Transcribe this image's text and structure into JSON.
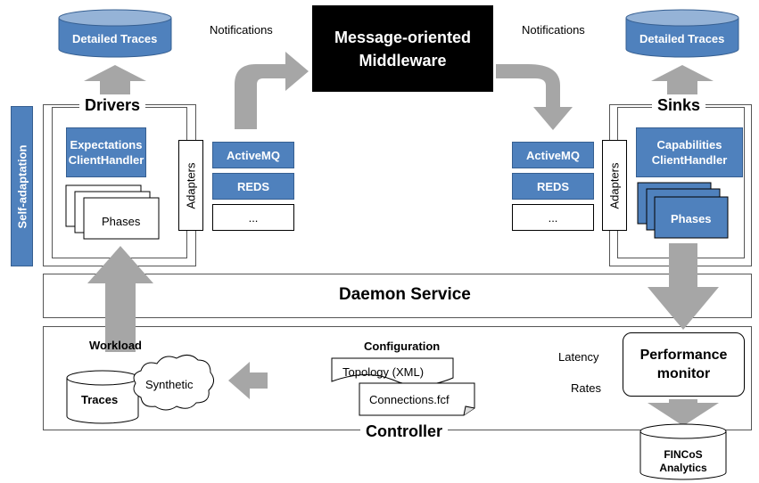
{
  "top": {
    "notifications_left": "Notifications",
    "notifications_right": "Notifications",
    "middleware_line1": "Message-oriented",
    "middleware_line2": "Middleware",
    "detailed_traces_left": "Detailed Traces",
    "detailed_traces_right": "Detailed Traces"
  },
  "drivers": {
    "title": "Drivers",
    "expectations_line1": "Expectations",
    "expectations_line2": "ClientHandler",
    "phases": "Phases",
    "adapters": "Adapters",
    "self_adaptation": "Self-adaptation"
  },
  "sinks": {
    "title": "Sinks",
    "capabilities_line1": "Capabilities",
    "capabilities_line2": "ClientHandler",
    "phases": "Phases",
    "adapters": "Adapters"
  },
  "adapters_list_left": [
    "ActiveMQ",
    "REDS",
    "..."
  ],
  "adapters_list_right": [
    "ActiveMQ",
    "REDS",
    "..."
  ],
  "daemon": {
    "title": "Daemon Service"
  },
  "controller": {
    "title": "Controller",
    "workload": "Workload",
    "traces": "Traces",
    "synthetic": "Synthetic",
    "configuration": "Configuration",
    "topology": "Topology (XML)",
    "connections": "Connections.fcf",
    "latency": "Latency",
    "rates": "Rates",
    "perf_line1": "Performance",
    "perf_line2": "monitor"
  },
  "analytics": {
    "line1": "FINCoS",
    "line2": "Analytics"
  },
  "colors": {
    "accent_blue": "#4f81bd",
    "arrow_gray": "#a6a6a6",
    "middleware_bg": "#000000"
  }
}
